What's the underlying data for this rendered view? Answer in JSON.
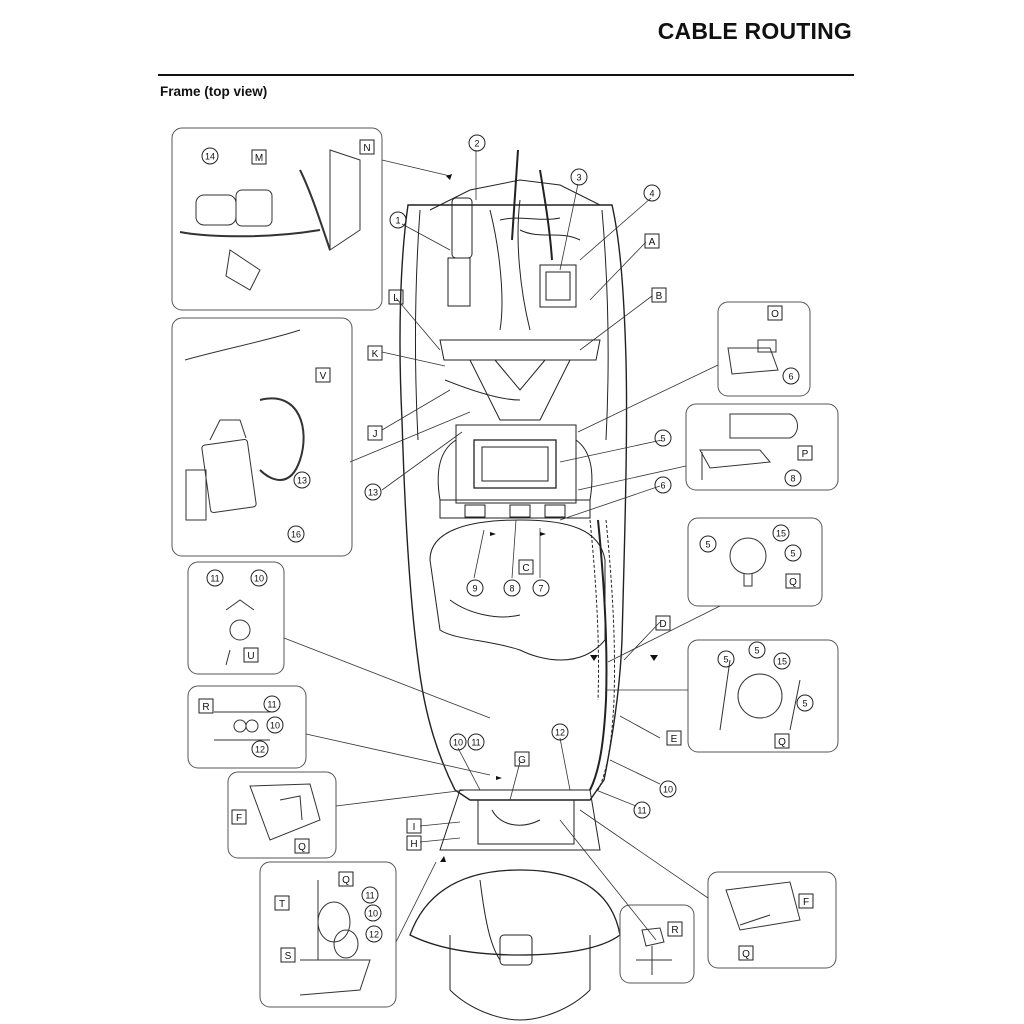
{
  "header": {
    "title": "CABLE ROUTING"
  },
  "section": {
    "subtitle": "Frame (top view)"
  },
  "labels": {
    "n1": "1",
    "n2": "2",
    "n3": "3",
    "n4": "4",
    "n5": "5",
    "n6": "6",
    "n7": "7",
    "n8": "8",
    "n9": "9",
    "n10": "10",
    "n11": "11",
    "n12": "12",
    "n13": "13",
    "n14": "14",
    "n15": "15",
    "n16": "16",
    "A": "A",
    "B": "B",
    "C": "C",
    "D": "D",
    "E": "E",
    "F": "F",
    "G": "G",
    "H": "H",
    "I": "I",
    "J": "J",
    "K": "K",
    "L": "L",
    "M": "M",
    "N": "N",
    "O": "O",
    "P": "P",
    "Q": "Q",
    "R": "R",
    "S": "S",
    "T": "T",
    "U": "U",
    "V": "V"
  }
}
